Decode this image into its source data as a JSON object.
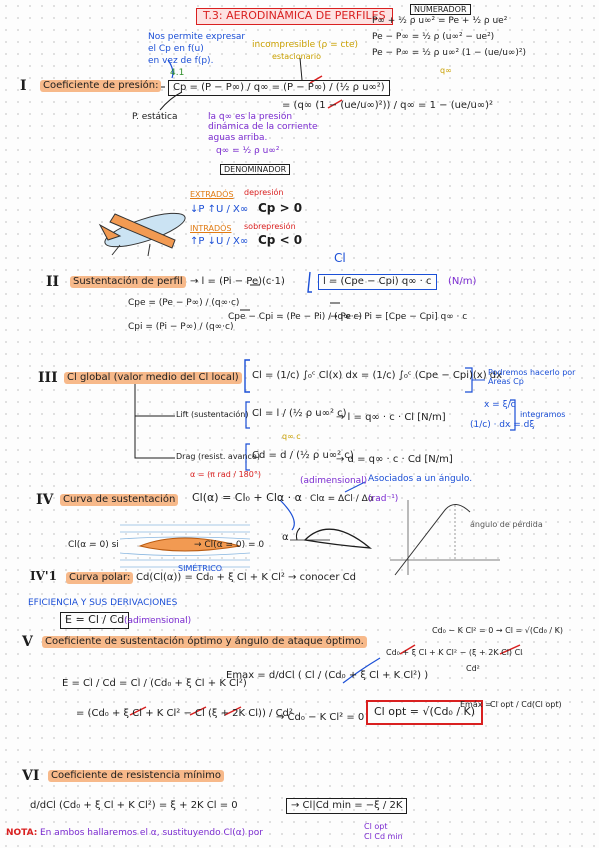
{
  "title": "T.3: AERODINÁMICA DE PERFILES",
  "numerador_tag": "NUMERADOR",
  "bernoulli": {
    "eq1": "P∞ + ½ ρ u∞² = Pe + ½ ρ ue²",
    "eq2": "Pe − P∞ = ½ ρ (u∞² − ue²)",
    "eq3": "Pe − P∞ = ½ ρ u∞² (1 − (ue/u∞)²)",
    "q_inf": "q∞"
  },
  "intro": {
    "line1": "Nos permite expresar",
    "line2": "el Cp en f(u)",
    "line3": "en vez de f(p).",
    "incompressible": "incompresible (ρ = cte)",
    "steady": "estacionario"
  },
  "sec1": {
    "numeral": "I",
    "title": "Coeficiente de presión:",
    "p_estatica": "P. estática",
    "q_note": "la q∞ es la presión dinámica de la corriente aguas arriba.",
    "q_def": "q∞ = ½ ρ u∞²",
    "denominador": "DENOMINADOR",
    "cp_def": "Cp = (P − P∞) / q∞ = (P − P∞) / (½ ρ u∞²)",
    "cp_result": "= (q∞ (1 − (ue/u∞)²)) / q∞ = 1 − (ue/u∞)²",
    "extrados": "EXTRADÓS",
    "depresion": "depresión",
    "extrados_rel": "↓P ↑U / X∞",
    "cp_pos": "Cp > 0",
    "intrados": "INTRADÓS",
    "sobrepresion": "sobrepresión",
    "intrados_rel": "↑P ↓U / X∞",
    "cp_neg": "Cp < 0"
  },
  "sec2": {
    "numeral": "II",
    "title": "Sustentación de perfil",
    "cl_label": "Cl",
    "lift_eq": "→ l = (Pi − Pe)(c·1)",
    "lift_box": "l = (Cpe − Cpi) q∞ · c",
    "units": "(N/m)",
    "cpe": "Cpe = (Pe − P∞) / (q∞·c)",
    "cpi": "Cpi = (Pi − P∞) / (q∞·c)",
    "diff": "Cpe − Cpi = (Pe − Pi) / (q∞·c)",
    "result": "→ Pe − Pi = [Cpe − Cpi] q∞ · c"
  },
  "sec3": {
    "numeral": "III",
    "title": "Cl global (valor medio del Cl local)",
    "integral": "Cl = (1/c) ∫₀ᶜ Cl(x) dx = (1/c) ∫₀ᶜ (Cpe − Cpi)(x) dx",
    "note1": "Podremos hacerlo por Áreas Cp",
    "change_var": "x = ξ/c",
    "change_var2": "(1/c) · dx = dξ",
    "integramos": "integramos",
    "lift_label": "Lift (sustentación)",
    "lift_eq": "Cl = l / (½ ρ u∞² c)",
    "lift_eq2": "→ l = q∞ · c · Cl [N/m]",
    "drag_label": "Drag (resist. avance)",
    "drag_eq": "Cd = d / (½ ρ u∞² c)",
    "drag_eq2": "→ d = q∞ · c · Cd [N/m]",
    "qc_note": "q∞ c"
  },
  "sec4": {
    "numeral": "IV",
    "title": "Curva de sustentación",
    "alpha_conv": "α = (π rad / 180°)",
    "eq": "Cl(α) = Cl₀ + Clα · α",
    "adim": "(adimensional)",
    "asociado": "Asociados a un ángulo.",
    "slope": "Clα = ΔCl / Δα",
    "slope_units": "(rad⁻¹)",
    "zero_label": "Cl(α = 0) si",
    "zero_result": "→ Cl(α = 0) = 0",
    "simetrico": "SIMÉTRICO",
    "alpha_sym": "α",
    "graph_label": "ángulo de pérdida"
  },
  "sec4b": {
    "numeral": "IV'1",
    "title": "Curva polar:",
    "eq": "Cd(Cl(α)) = Cd₀ + ξ Cl + K Cl² → conocer Cd"
  },
  "eficiencia": {
    "title": "EFICIENCIA Y SUS DERIVACIONES",
    "eq": "E = Cl / Cd",
    "adim": "(adimensional)"
  },
  "sec5": {
    "numeral": "V",
    "title": "Coeficiente de sustentación óptimo y ángulo de ataque óptimo.",
    "e_def": "E = Cl / Cd = Cl / (Cd₀ + ξ Cl + K Cl²)",
    "emax": "Emax = d/dCl ( Cl / (Cd₀ + ξ Cl + K Cl²) )",
    "deriv": "= (Cd₀ + ξ Cl + K Cl² − Cl (ξ + 2K Cl)) / Cd²",
    "cond": "→ Cd₀ − K Cl² = 0",
    "result": "Cl opt = √(Cd₀ / K)",
    "side_eq": "Cd₀ − K Cl² = 0 → Cl = √(Cd₀ / K)",
    "side_num": "Cd₀ + ξ Cl + K Cl² − (ξ + 2K Cl) Cl",
    "side_den": "Cd²",
    "emax_label": "Emáx =",
    "emax_val": "Cl opt / Cd(Cl opt)"
  },
  "sec6": {
    "numeral": "VI",
    "title": "Coeficiente de resistencia mínimo",
    "eq": "d/dCl (Cd₀ + ξ Cl + K Cl²) = ξ + 2K Cl = 0",
    "result": "→ Cl|Cd min = −ξ / 2K"
  },
  "nota": {
    "label": "NOTA:",
    "text": "En ambos hallaremos el α, sustituyendo Cl(α) por",
    "sub1": "Cl opt",
    "sub2": "Cl Cd min"
  }
}
